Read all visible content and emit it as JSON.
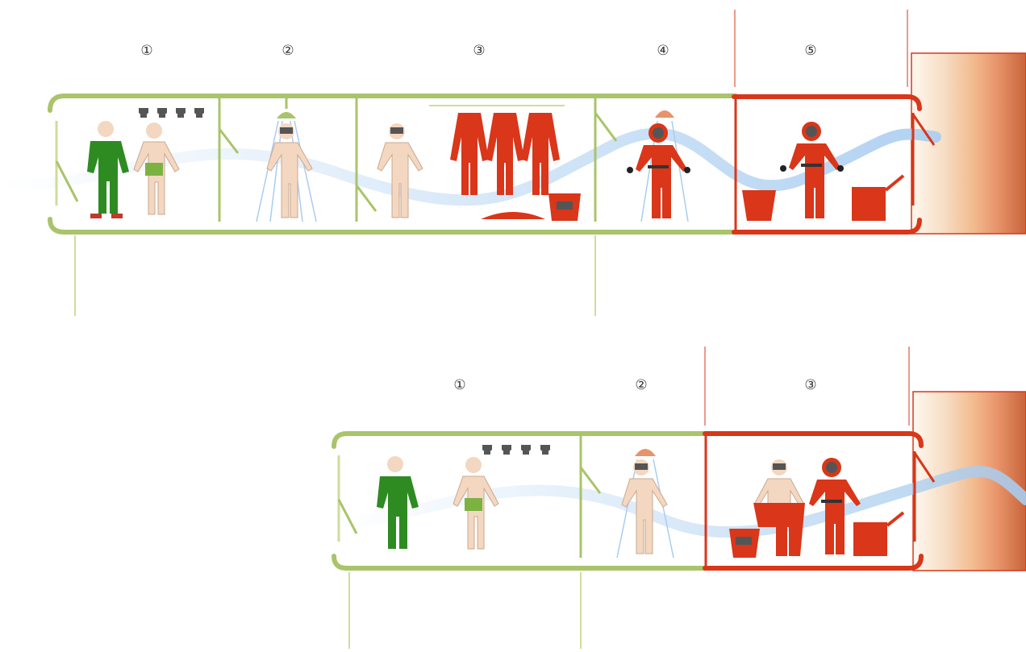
{
  "colors": {
    "clean": "#a9c46a",
    "clean_light": "#cfdc9b",
    "contaminated": "#d9361a",
    "air_flow": "#a9cdf0",
    "suit": "#d9361a",
    "clothes": "#2e8b22",
    "skin": "#f4d7c0"
  },
  "diagrams": [
    {
      "id": "five-stage",
      "stages": [
        {
          "label": "①",
          "zone": "clean"
        },
        {
          "label": "②",
          "zone": "clean"
        },
        {
          "label": "③",
          "zone": "clean"
        },
        {
          "label": "④",
          "zone": "clean"
        },
        {
          "label": "⑤",
          "zone": "contaminated"
        }
      ]
    },
    {
      "id": "three-stage",
      "stages": [
        {
          "label": "①",
          "zone": "clean"
        },
        {
          "label": "②",
          "zone": "clean"
        },
        {
          "label": "③",
          "zone": "contaminated"
        }
      ]
    }
  ],
  "icons": {
    "respirator_rack": "respirator-icon",
    "shower": "shower-icon",
    "bucket": "bucket-icon",
    "container": "container-icon",
    "hanging_suit": "hazmat-suit-icon"
  }
}
